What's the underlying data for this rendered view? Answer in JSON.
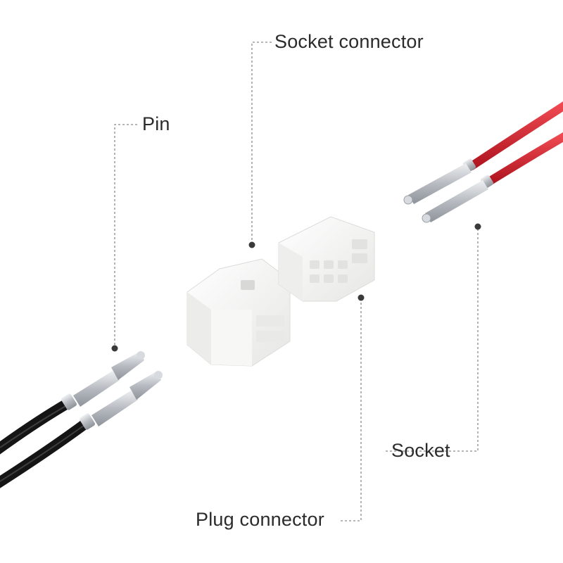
{
  "labels": {
    "socket_connector": "Socket connector",
    "pin": "Pin",
    "socket": "Socket",
    "plug_connector": "Plug connector"
  },
  "colors": {
    "leader_line": "#8a8a8a",
    "label_text": "#2b2b2b",
    "black_wire": "#151515",
    "red_wire": "#d41e2a",
    "connector_body": "#f4f4f2",
    "metal": "#c9ccd0"
  },
  "icons": [
    "pin-terminal-icon",
    "socket-terminal-icon",
    "connector-housing-icon"
  ]
}
